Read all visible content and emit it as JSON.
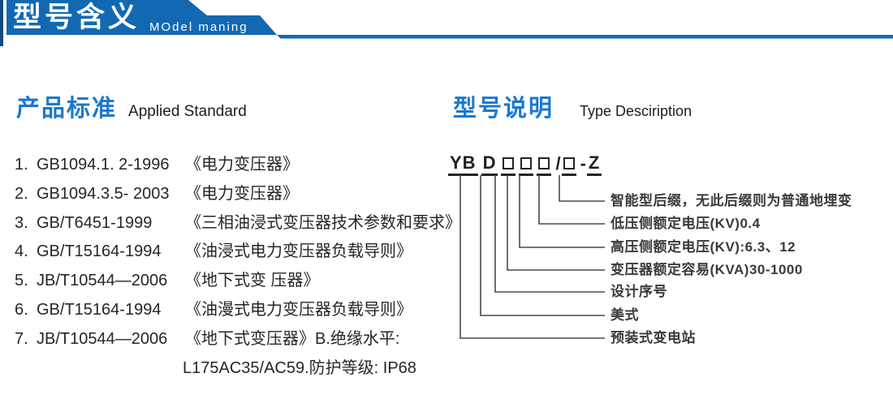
{
  "header": {
    "title": "型号含义",
    "subtitle": "MOdel maning"
  },
  "left_section": {
    "heading_zh": "产品标准",
    "heading_en": "Applied Standard"
  },
  "right_section": {
    "heading_zh": "型号说明",
    "heading_en": "Type Desciription"
  },
  "standards": [
    {
      "num": "1.",
      "code": "GB1094.1. 2-1996",
      "title": "《电力变压器》"
    },
    {
      "num": "2.",
      "code": "GB1094.3.5- 2003",
      "title": "《电力变压器》"
    },
    {
      "num": "3.",
      "code": "GB/T6451-1999",
      "title": "《三相油浸式变压器技术参数和要求》"
    },
    {
      "num": "4.",
      "code": "GB/T15164-1994",
      "title": "《油浸式电力变压器负载导则》"
    },
    {
      "num": "5.",
      "code": "JB/T10544—2006",
      "title": "《地下式变 压器》"
    },
    {
      "num": "6.",
      "code": "GB/T15164-1994",
      "title": "《油漫式电力变压器负载导则》"
    },
    {
      "num": "7.",
      "code": "JB/T10544—2006",
      "title": "《地下式变压器》B.绝缘水平:"
    },
    {
      "continuation": "L175AC35/AC59.防护等级: IP68"
    }
  ],
  "model_code": {
    "prefix": "YB",
    "type_letter": "D",
    "slash": "/",
    "dash": "-",
    "suffix": "Z"
  },
  "diagram_labels": [
    "智能型后缀，无此后缀则为普通地埋变",
    "低压侧额定电压(KV)0.4",
    "高压侧额定电压(KV):6.3、12",
    "变压器额定容易(KVA)30-1000",
    "设计序号",
    "美式",
    "预装式变电站"
  ],
  "colors": {
    "header_blue": "#1269b2",
    "accent_dark_blue": "#134a7e",
    "heading_blue": "#1a78d2",
    "text_dark": "#262626",
    "line_gray": "#4a4a4a"
  }
}
